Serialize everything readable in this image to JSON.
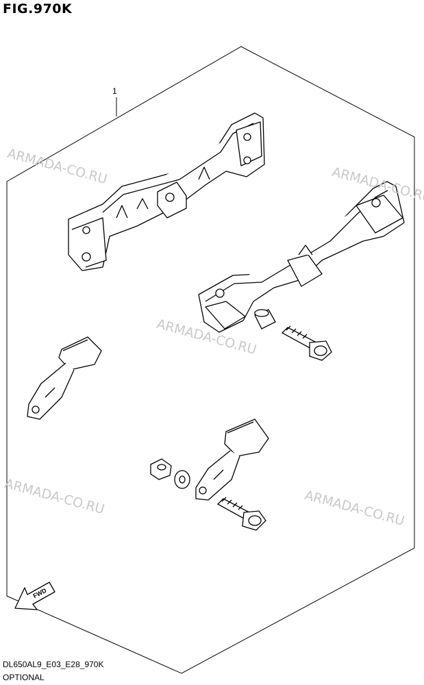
{
  "figure": {
    "title": "FIG.970K",
    "callouts": [
      {
        "number": "1"
      }
    ],
    "watermarks": [
      "ARMADA-CO.RU",
      "ARMADA-CO.RU",
      "ARMADA-CO.RU",
      "ARMADA-CO.RU",
      "ARMADA-CO.RU"
    ],
    "fwd_label": "FWD"
  },
  "footer": {
    "code": "DL650AL9_E03_E28_970K",
    "description": "OPTIONAL"
  }
}
